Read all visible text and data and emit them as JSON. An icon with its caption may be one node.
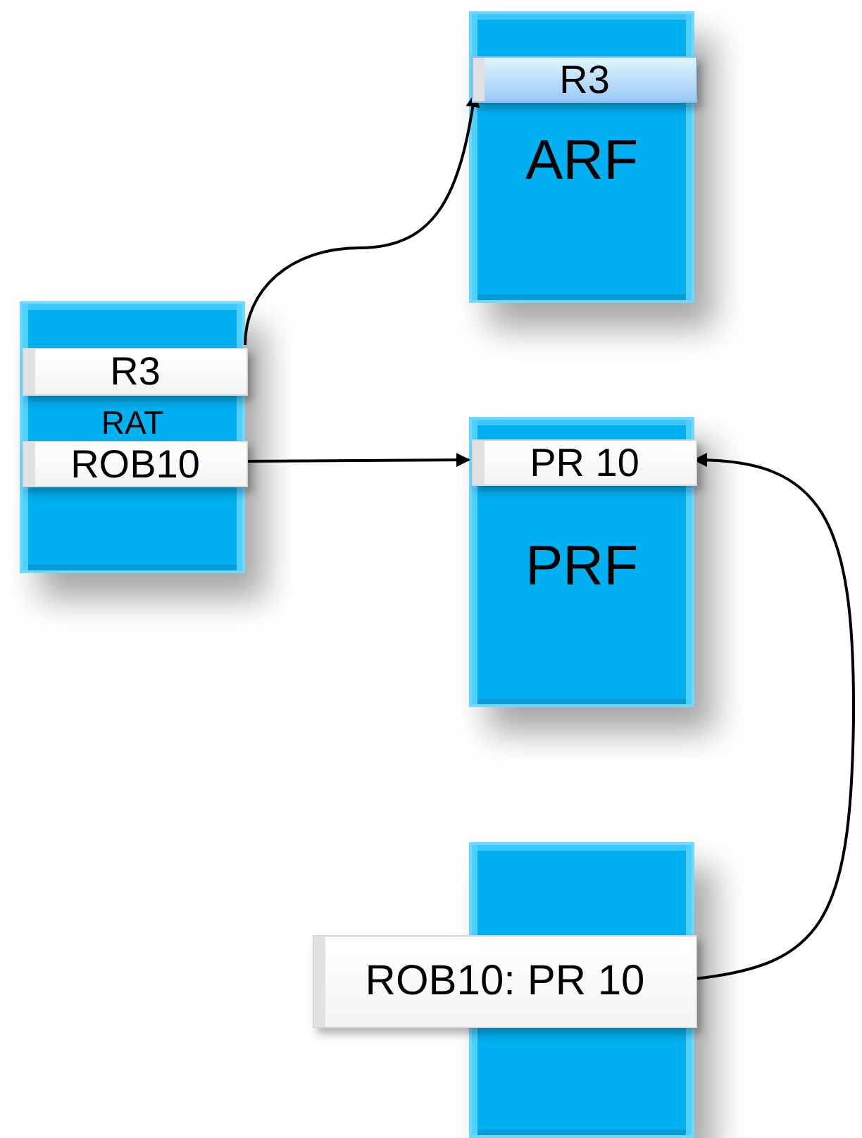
{
  "diagram": {
    "nodes": [
      {
        "text": [
          "RAT"
        ]
      },
      {
        "text": [
          "R3"
        ],
        "in": 0
      },
      {
        "text": [
          "ROB10"
        ],
        "in": 0
      },
      {
        "text": [
          "ARF"
        ]
      },
      {
        "text": [
          "R3"
        ],
        "in": 3
      },
      {
        "text": [
          "PRF"
        ]
      },
      {
        "text": [
          "PR 10"
        ],
        "in": 5
      },
      {
        "text": [],
        "shape": "box"
      },
      {
        "text": [
          "ROB10: PR 10"
        ]
      }
    ],
    "edges": [
      {
        "from": 1,
        "to": 4,
        "arrow": "to"
      },
      {
        "from": 2,
        "to": 6,
        "arrow": "to"
      },
      {
        "from": 8,
        "to": 6,
        "arrow": "to"
      }
    ]
  }
}
